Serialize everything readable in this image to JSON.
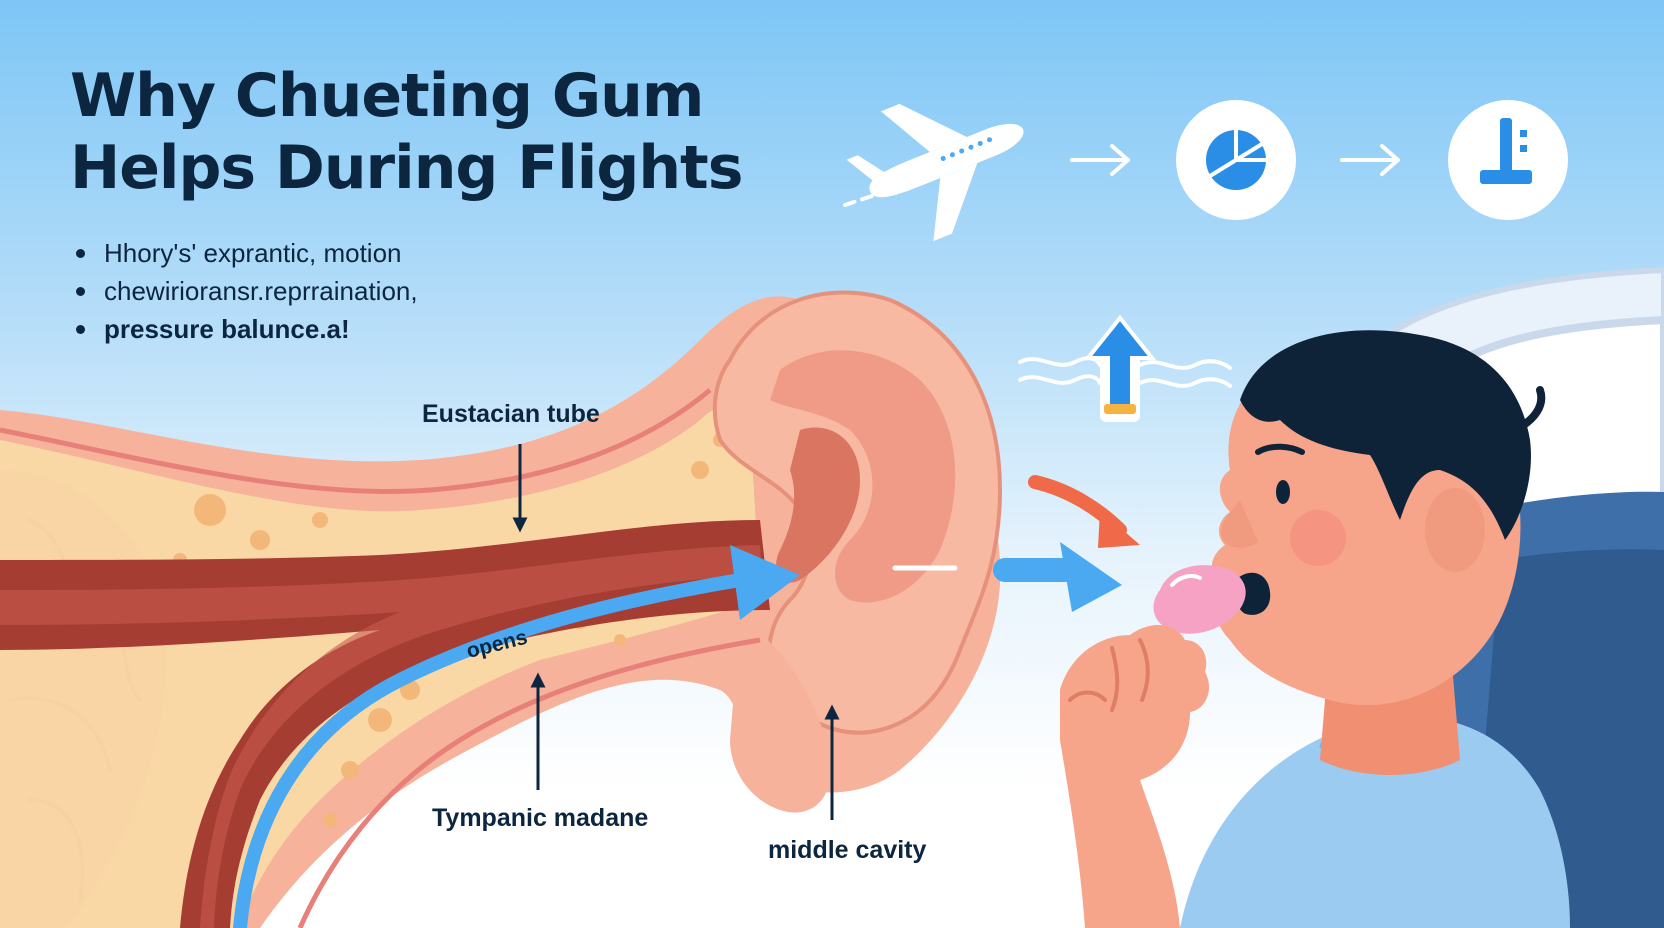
{
  "title": {
    "line1": "Why Chueting Gum",
    "line2": "Helps During Flights"
  },
  "bullets": [
    "Hhory's' exprantic, motion",
    "chewirioransr.reprraination,",
    "pressure balunce.a!"
  ],
  "labels": {
    "eustachian_tube": "Eustacian tube",
    "opens": "opens",
    "tympanic": "Tympanic madane",
    "middle_cavity": "middle cavity"
  },
  "icons": {
    "step1": "airplane-icon",
    "step2": "pressure-gauge-icon",
    "step3": "balance-level-icon",
    "pressure": "pressure-up-arrow-icon"
  },
  "colors": {
    "title": "#0d2640",
    "sky_top": "#7ec6f6",
    "accent_blue": "#2a8ee6",
    "arrow_blue": "#4aa9f0",
    "arrow_red": "#f06a4a",
    "skin": "#f6b29a",
    "tissue_yellow": "#f9dca6",
    "canal_red": "#a63d32",
    "hair": "#0f2338",
    "shirt": "#9ccbf2",
    "gum": "#f6a2c4"
  }
}
